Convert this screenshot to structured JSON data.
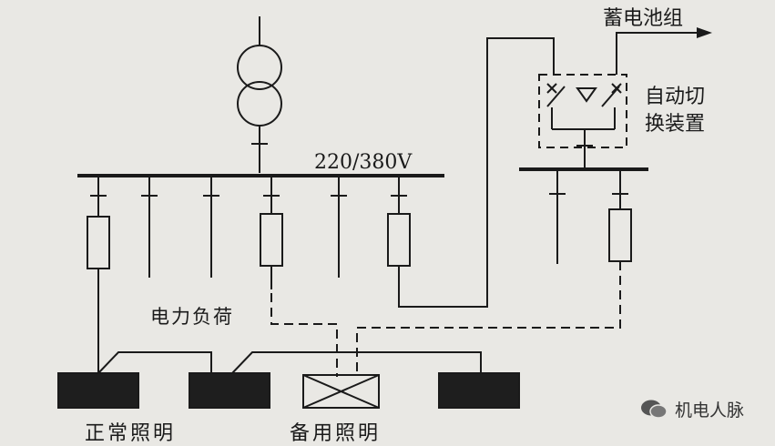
{
  "labels": {
    "voltage": "220/380V",
    "battery_group": "蓄电池组",
    "auto_switch_line1": "自动切",
    "auto_switch_line2": "换装置",
    "power_load": "电力负荷",
    "normal_lighting": "正常照明",
    "backup_lighting": "备用照明"
  },
  "watermark": {
    "icon": "chat-bubble-icon",
    "text": "机电人脉"
  },
  "colors": {
    "line": "#1a1a1a",
    "background": "#e9e8e4",
    "fill": "#1e1e1e"
  }
}
